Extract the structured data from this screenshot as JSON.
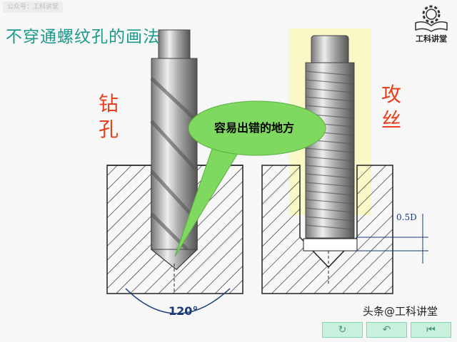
{
  "watermark": "公众号：工科讲堂",
  "title": "不穿通螺纹孔的画法:",
  "logo": {
    "text": "工科讲堂",
    "icon": "gear-book-icon"
  },
  "labels": {
    "drill": "钻孔",
    "tap": "攻丝"
  },
  "callout": "容易出错的地方",
  "angle": "120°",
  "dimension": "0.5D",
  "nav": {
    "buttons": [
      {
        "icon": "return-icon",
        "glyph": "↻"
      },
      {
        "icon": "back-icon",
        "glyph": "↶"
      },
      {
        "icon": "first-icon",
        "glyph": "⏮"
      }
    ]
  },
  "credit": "头条@工科讲堂",
  "colors": {
    "title": "#1a9a8a",
    "red": "#e8401c",
    "callout": "#7fd860",
    "highlight": "#fbf8c8"
  }
}
